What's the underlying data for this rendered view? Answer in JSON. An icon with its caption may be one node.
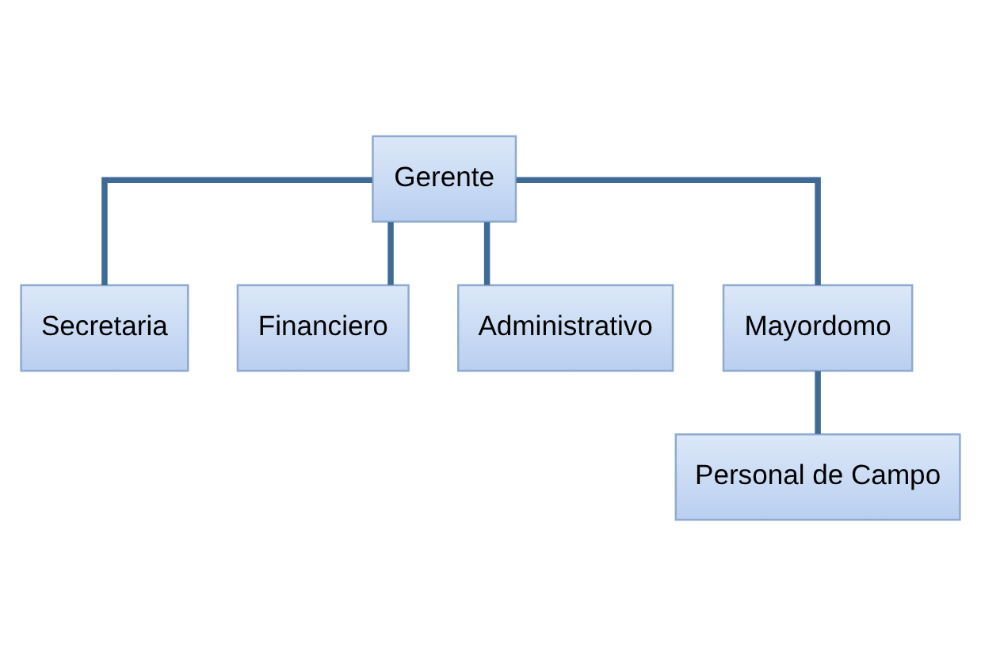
{
  "diagram": {
    "nodes": [
      {
        "text": [
          "Gerente"
        ]
      },
      {
        "text": [
          "Secretaria"
        ]
      },
      {
        "text": [
          "Financiero"
        ]
      },
      {
        "text": [
          "Administrativo"
        ]
      },
      {
        "text": [
          "Mayordomo"
        ]
      },
      {
        "text": [
          "Personal de Campo"
        ]
      }
    ],
    "edges": [
      {
        "from": 0,
        "to": 1,
        "arrow": "none"
      },
      {
        "from": 0,
        "to": 2,
        "arrow": "none"
      },
      {
        "from": 0,
        "to": 3,
        "arrow": "none"
      },
      {
        "from": 0,
        "to": 4,
        "arrow": "none"
      },
      {
        "from": 4,
        "to": 5,
        "arrow": "none"
      }
    ]
  }
}
